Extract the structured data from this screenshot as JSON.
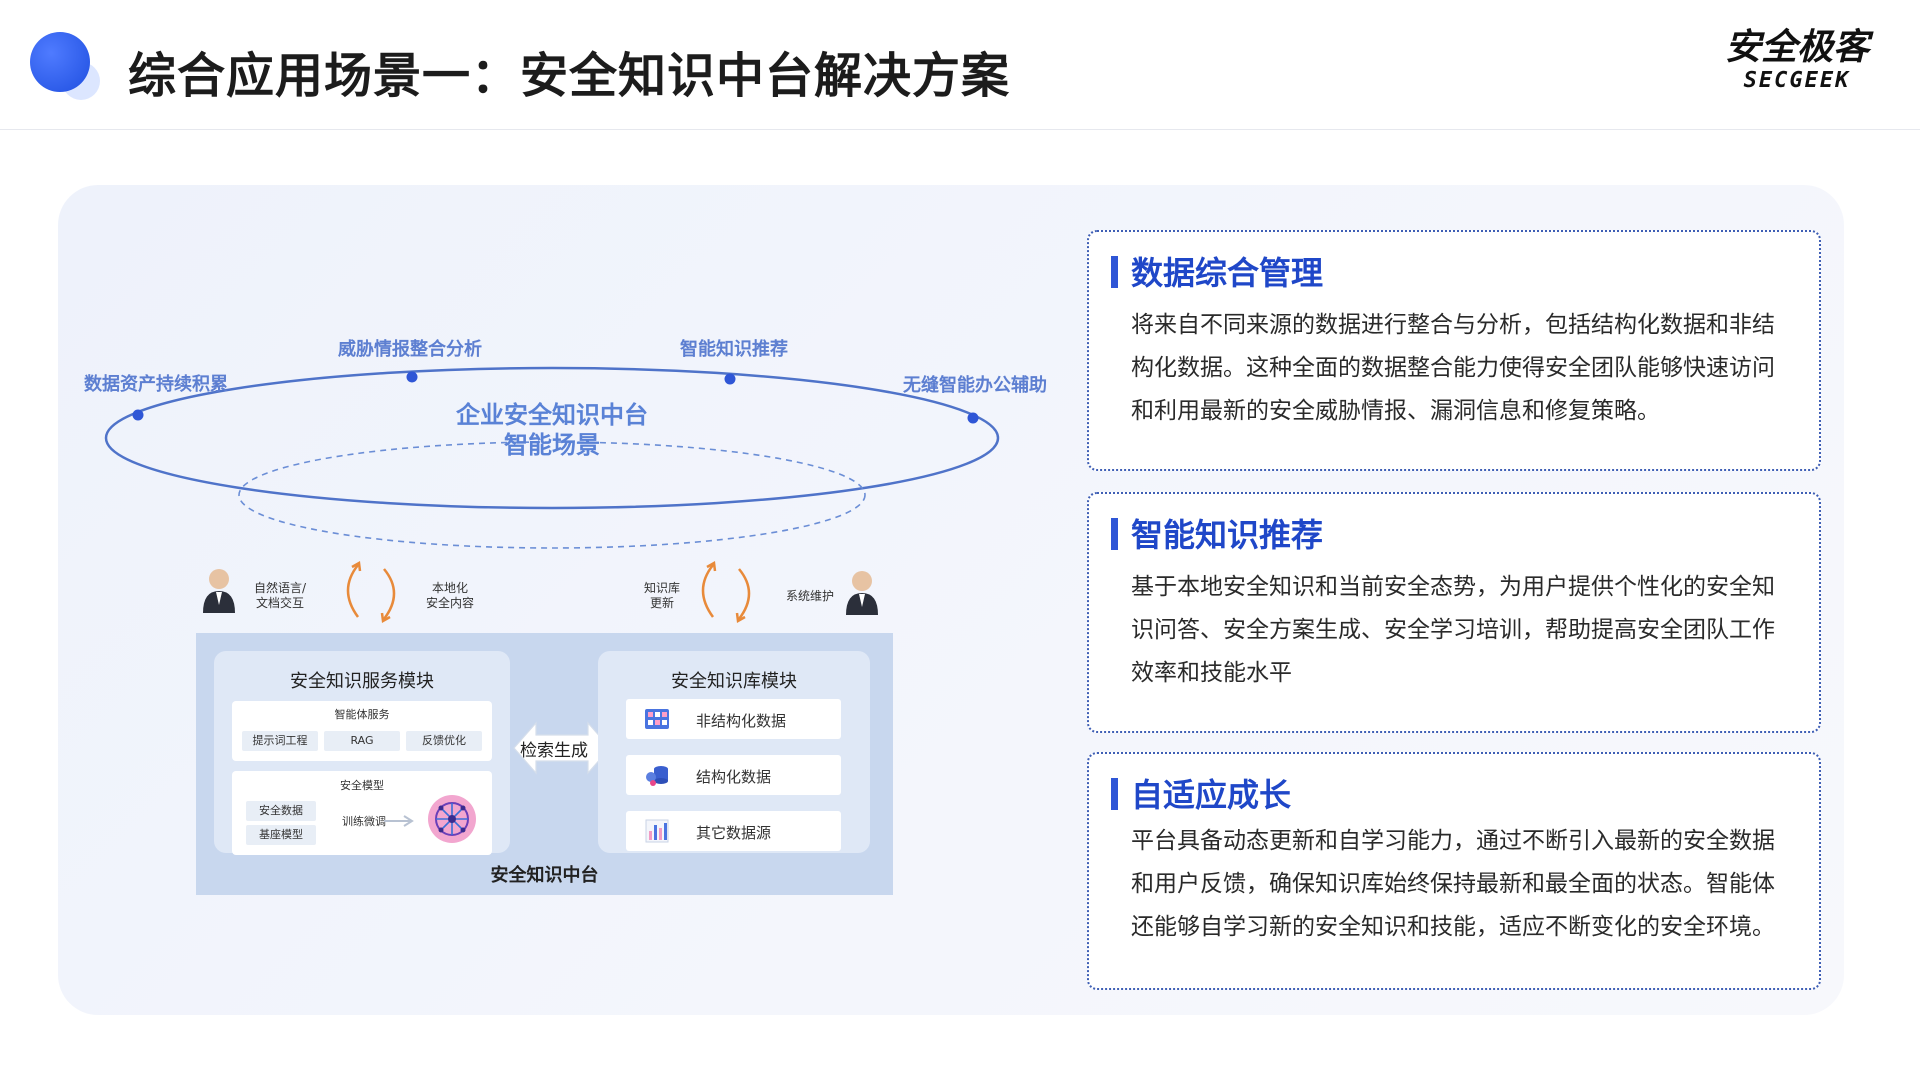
{
  "header": {
    "title": "综合应用场景一：安全知识中台解决方案",
    "logo_cn": "安全极客",
    "logo_en": "SECGEEK"
  },
  "diagram": {
    "center": [
      "企业安全知识中台",
      "智能场景"
    ],
    "ring_labels": [
      "数据资产持续积累",
      "威胁情报整合分析",
      "智能知识推荐",
      "无缝智能办公辅助"
    ],
    "left_interaction": {
      "left": [
        "自然语言/",
        "文档交互"
      ],
      "right": [
        "本地化",
        "安全内容"
      ]
    },
    "right_interaction": {
      "left": [
        "知识库",
        "更新"
      ],
      "right": "系统维护"
    },
    "platform_title": "安全知识中台",
    "service_module": {
      "title": "安全知识服务模块",
      "agent_box": {
        "title": "智能体服务",
        "chips": [
          "提示词工程",
          "RAG",
          "反馈优化"
        ]
      },
      "model_box": {
        "title": "安全模型",
        "chips": [
          "安全数据",
          "基座模型"
        ],
        "step": "训练微调"
      }
    },
    "arrow_label": "检索生成",
    "library_module": {
      "title": "安全知识库模块",
      "items": [
        "非结构化数据",
        "结构化数据",
        "其它数据源"
      ]
    },
    "colors": {
      "ring": "#4f73c9",
      "accent": "#2f56d6",
      "arrow": "#e88a3a"
    }
  },
  "cards": [
    {
      "title": "数据综合管理",
      "body": "将来自不同来源的数据进行整合与分析，包括结构化数据和非结构化数据。这种全面的数据整合能力使得安全团队能够快速访问和利用最新的安全威胁情报、漏洞信息和修复策略。"
    },
    {
      "title": "智能知识推荐",
      "body": "基于本地安全知识和当前安全态势，为用户提供个性化的安全知识问答、安全方案生成、安全学习培训，帮助提高安全团队工作效率和技能水平"
    },
    {
      "title": "自适应成长",
      "body": "平台具备动态更新和自学习能力，通过不断引入最新的安全数据和用户反馈，确保知识库始终保持最新和最全面的状态。智能体还能够自学习新的安全知识和技能，适应不断变化的安全环境。"
    }
  ]
}
